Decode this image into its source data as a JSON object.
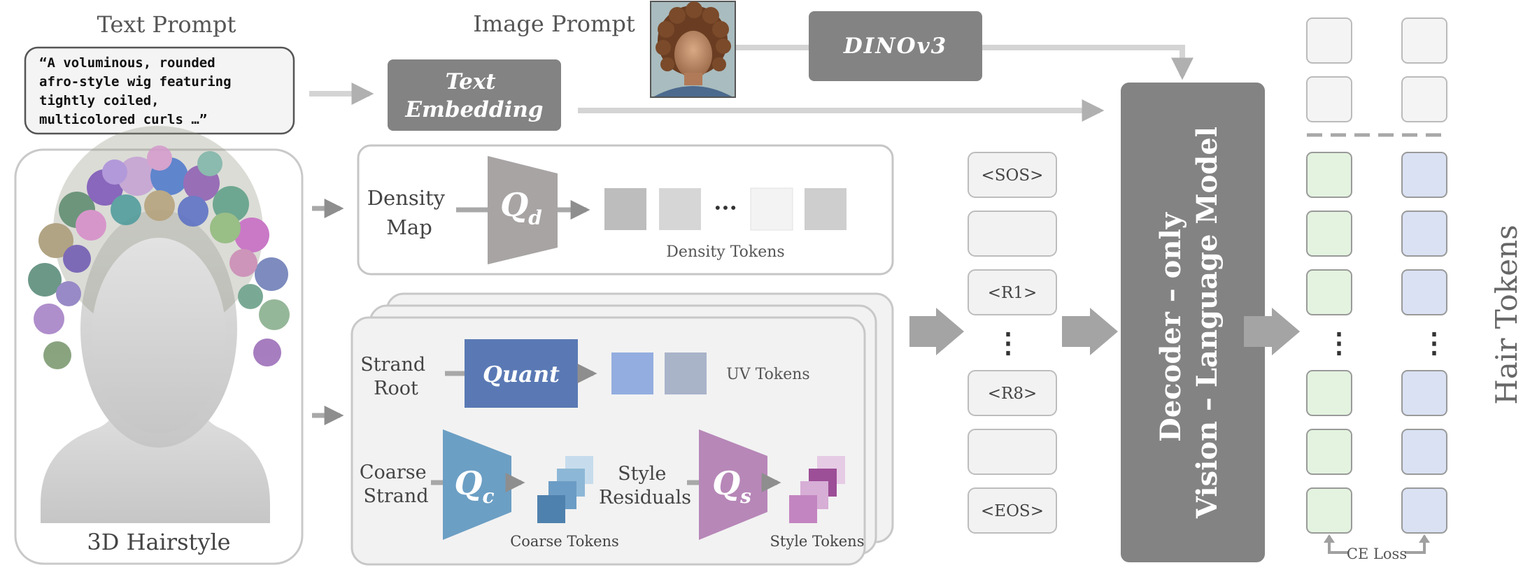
{
  "text_prompt": {
    "title": "Text Prompt",
    "lines": [
      "“A voluminous, rounded",
      "afro-style wig featuring",
      "tightly coiled,",
      "multicolored curls …”"
    ]
  },
  "image_prompt": {
    "title": "Image Prompt"
  },
  "text_embedding": {
    "lines": [
      "Text",
      "Embedding"
    ]
  },
  "dinov3": {
    "label": "DINOv3"
  },
  "hairstyle": {
    "caption": "3D Hairstyle"
  },
  "density": {
    "input_lines": [
      "Density",
      "Map"
    ],
    "quantizer": "Q",
    "quantizer_sub": "d",
    "tokens_label": "Density Tokens",
    "ellipsis": "···"
  },
  "strand_root": {
    "input_lines": [
      "Strand",
      "Root"
    ],
    "quantizer": "Quant",
    "tokens_label": "UV Tokens"
  },
  "coarse_strand": {
    "input_lines": [
      "Coarse",
      "Strand"
    ],
    "quantizer": "Q",
    "quantizer_sub": "c",
    "tokens_label": "Coarse Tokens"
  },
  "style_residuals": {
    "input_lines": [
      "Style",
      "Residuals"
    ],
    "quantizer": "Q",
    "quantizer_sub": "s",
    "tokens_label": "Style Tokens"
  },
  "sequence": {
    "sos": "<SOS>",
    "r1": "<R1>",
    "dots": "⋮",
    "r8": "<R8>",
    "eos": "<EOS>"
  },
  "vlm": {
    "lines": [
      "Decoder – only",
      "Vision – Language Model"
    ]
  },
  "hair_tokens": {
    "label": "Hair Tokens",
    "loss_label": "CE Loss",
    "dots": "⋮"
  },
  "colors": {
    "gray_block": "#838383",
    "gray_box": "#a8a4a4",
    "quant_blue": "#5a79b4",
    "coarse_blue": "#6c9fc4",
    "style_purple": "#b787b8",
    "token_green": "#e3f3df",
    "token_blue": "#d9e1f3",
    "arrow": "#a8a8a8"
  }
}
